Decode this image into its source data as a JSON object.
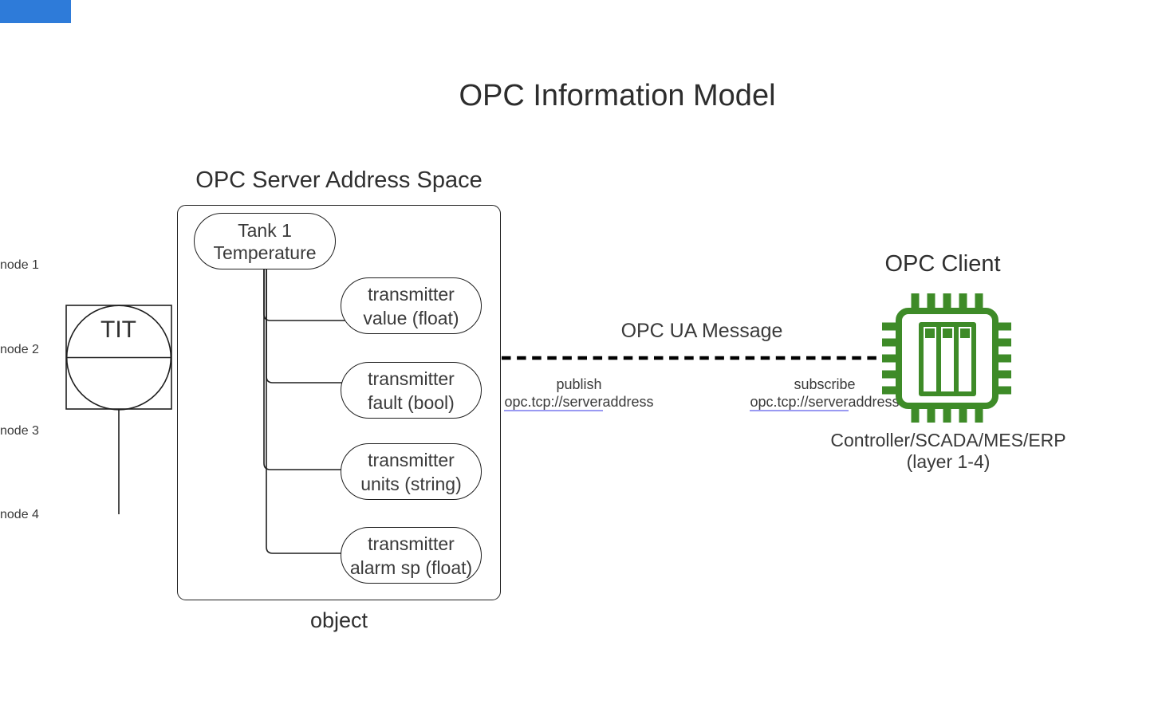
{
  "page": {
    "title": "OPC Information Model"
  },
  "server": {
    "heading": "OPC Server Address Space",
    "root_node": {
      "line1": "Tank 1",
      "line2": "Temperature"
    },
    "nodes": [
      {
        "label": "node 1",
        "line1": "transmitter",
        "line2": "value (float)"
      },
      {
        "label": "node 2",
        "line1": "transmitter",
        "line2": "fault (bool)"
      },
      {
        "label": "node 3",
        "line1": "transmitter",
        "line2": "units (string)"
      },
      {
        "label": "node 4",
        "line1": "transmitter",
        "line2": "alarm sp (float)"
      }
    ],
    "caption": "object"
  },
  "instrument": {
    "label": "TIT"
  },
  "message": {
    "label": "OPC UA Message",
    "publish": {
      "action": "publish",
      "address_underlined": "opc.tcp://server",
      "address_plain": "address"
    },
    "subscribe": {
      "action": "subscribe",
      "address_underlined": "opc.tcp://server",
      "address_plain": "address"
    }
  },
  "client": {
    "heading": "OPC Client",
    "caption_line1": "Controller/SCADA/MES/ERP",
    "caption_line2": "(layer 1-4)"
  },
  "colors": {
    "line": "#1f1f1f",
    "text": "#3a3a3a",
    "chip_green": "#3e8b28",
    "link_underline": "#9a9af2",
    "top_bar_blue": "#2e7bd9",
    "dash_black": "#000000"
  }
}
